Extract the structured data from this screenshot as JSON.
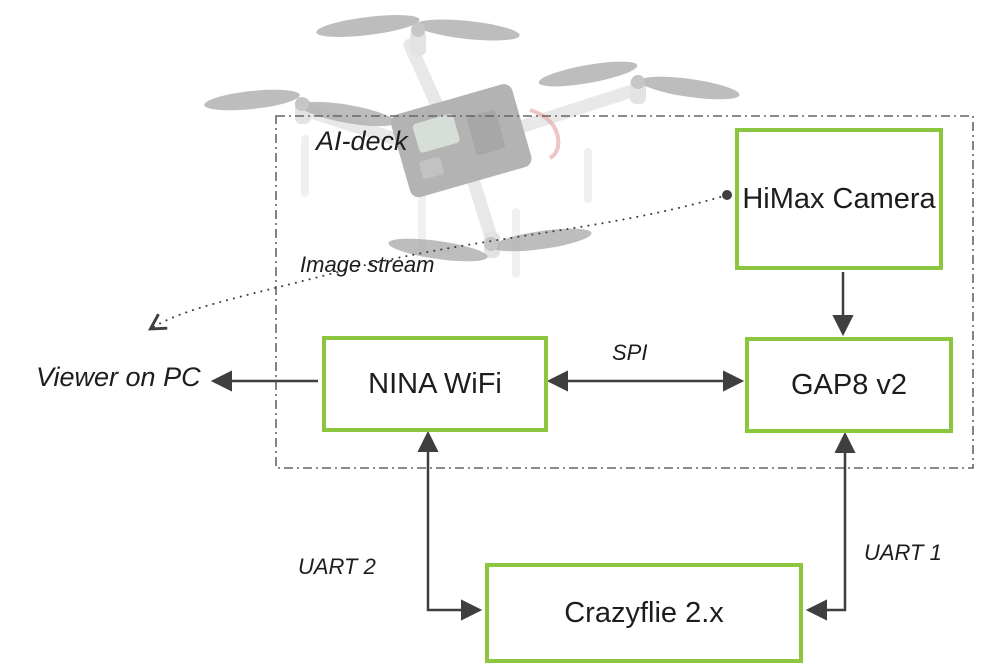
{
  "boundary": {
    "label": "AI-deck"
  },
  "nodes": {
    "himax": {
      "label": "HiMax Camera"
    },
    "nina": {
      "label": "NINA WiFi"
    },
    "gap8": {
      "label": "GAP8 v2"
    },
    "crazyflie": {
      "label": "Crazyflie 2.x"
    }
  },
  "external": {
    "viewer": {
      "label": "Viewer on PC"
    }
  },
  "edge_labels": {
    "spi": "SPI",
    "uart1": "UART 1",
    "uart2": "UART 2",
    "image_stream": "Image stream"
  },
  "connections": [
    {
      "from": "HiMax Camera",
      "to": "GAP8 v2",
      "style": "solid",
      "bidirectional": false,
      "label": ""
    },
    {
      "from": "NINA WiFi",
      "to": "GAP8 v2",
      "style": "solid",
      "bidirectional": true,
      "label": "SPI"
    },
    {
      "from": "NINA WiFi",
      "to": "Viewer on PC",
      "style": "solid",
      "bidirectional": false,
      "label": ""
    },
    {
      "from": "Crazyflie 2.x",
      "to": "NINA WiFi",
      "style": "solid",
      "bidirectional": true,
      "label": "UART 2"
    },
    {
      "from": "Crazyflie 2.x",
      "to": "GAP8 v2",
      "style": "solid",
      "bidirectional": true,
      "label": "UART 1"
    },
    {
      "from": "HiMax Camera",
      "to": "Viewer on PC",
      "style": "dotted",
      "label": "Image stream"
    }
  ],
  "colors": {
    "box_border_green": "#8cc63e",
    "arrow": "#3f3f3f",
    "boundary_border": "#666666"
  }
}
